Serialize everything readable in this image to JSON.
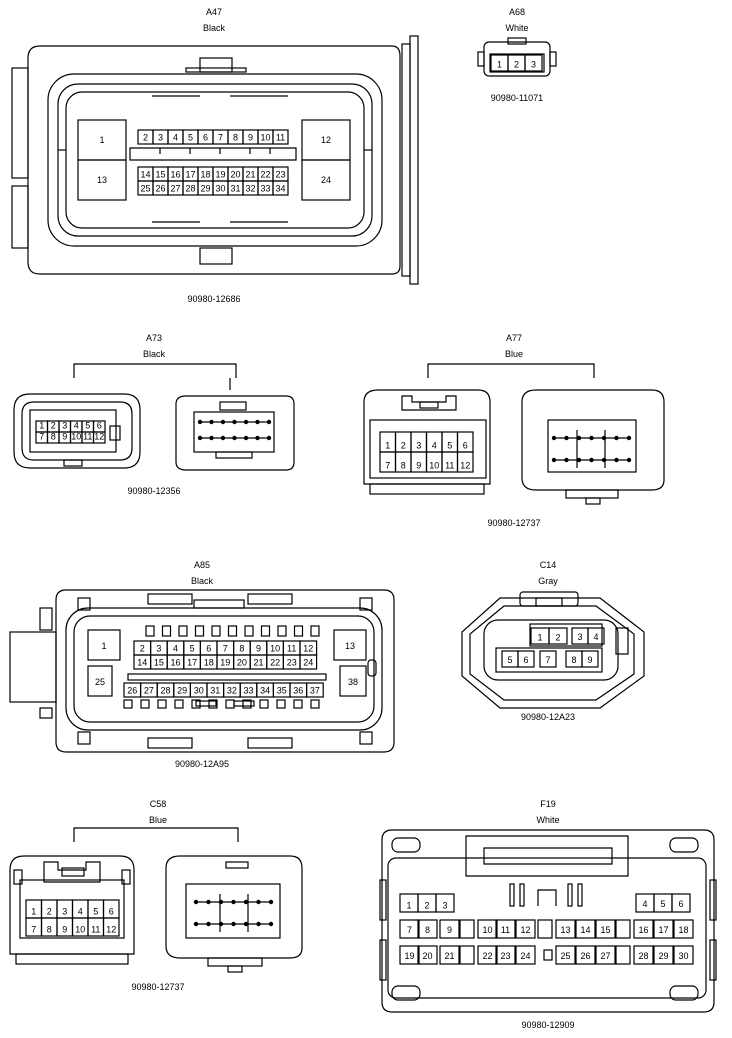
{
  "connectors": [
    {
      "key": "a47",
      "id": "A47",
      "color": "Black",
      "part": "90980-12686",
      "pins_top": [
        "2",
        "3",
        "4",
        "5",
        "6",
        "7",
        "8",
        "9",
        "10",
        "11"
      ],
      "pins_mid": [
        "14",
        "15",
        "16",
        "17",
        "18",
        "19",
        "20",
        "21",
        "22",
        "23"
      ],
      "pins_bot": [
        "25",
        "26",
        "27",
        "28",
        "29",
        "30",
        "31",
        "32",
        "33",
        "34"
      ],
      "big_left": [
        "1",
        "13"
      ],
      "big_right": [
        "12",
        "24"
      ]
    },
    {
      "key": "a68",
      "id": "A68",
      "color": "White",
      "part": "90980-11071",
      "pins": [
        "1",
        "2",
        "3"
      ]
    },
    {
      "key": "a73",
      "id": "A73",
      "color": "Black",
      "part": "90980-12356",
      "pins_top": [
        "1",
        "2",
        "3",
        "4",
        "5",
        "6"
      ],
      "pins_bot": [
        "7",
        "8",
        "9",
        "10",
        "11",
        "12"
      ]
    },
    {
      "key": "a77",
      "id": "A77",
      "color": "Blue",
      "part": "90980-12737",
      "pins_top": [
        "1",
        "2",
        "3",
        "4",
        "5",
        "6"
      ],
      "pins_bot": [
        "7",
        "8",
        "9",
        "10",
        "11",
        "12"
      ]
    },
    {
      "key": "a85",
      "id": "A85",
      "color": "Black",
      "part": "90980-12A95",
      "pins_top": [
        "2",
        "3",
        "4",
        "5",
        "6",
        "7",
        "8",
        "9",
        "10",
        "11",
        "12"
      ],
      "pins_mid": [
        "14",
        "15",
        "16",
        "17",
        "18",
        "19",
        "20",
        "21",
        "22",
        "23",
        "24"
      ],
      "pins_bot": [
        "26",
        "27",
        "28",
        "29",
        "30",
        "31",
        "32",
        "33",
        "34",
        "35",
        "36",
        "37"
      ],
      "big_left": [
        "1",
        "25"
      ],
      "big_right": [
        "13",
        "38"
      ]
    },
    {
      "key": "c14",
      "id": "C14",
      "color": "Gray",
      "part": "90980-12A23",
      "pins_top": [
        "1",
        "2",
        "3",
        "4"
      ],
      "pins_bot": [
        "5",
        "6",
        "7",
        "8",
        "9"
      ]
    },
    {
      "key": "c58",
      "id": "C58",
      "color": "Blue",
      "part": "90980-12737",
      "pins_top": [
        "1",
        "2",
        "3",
        "4",
        "5",
        "6"
      ],
      "pins_bot": [
        "7",
        "8",
        "9",
        "10",
        "11",
        "12"
      ]
    },
    {
      "key": "f19",
      "id": "F19",
      "color": "White",
      "part": "90980-12909",
      "row1_left": [
        "1",
        "2",
        "3"
      ],
      "row1_right": [
        "4",
        "5",
        "6"
      ],
      "row2": [
        "7",
        "8",
        "9",
        "10",
        "11",
        "12",
        "13",
        "14",
        "15",
        "16",
        "17",
        "18"
      ],
      "row3": [
        "19",
        "20",
        "21",
        "22",
        "23",
        "24",
        "25",
        "26",
        "27",
        "28",
        "29",
        "30"
      ]
    }
  ]
}
